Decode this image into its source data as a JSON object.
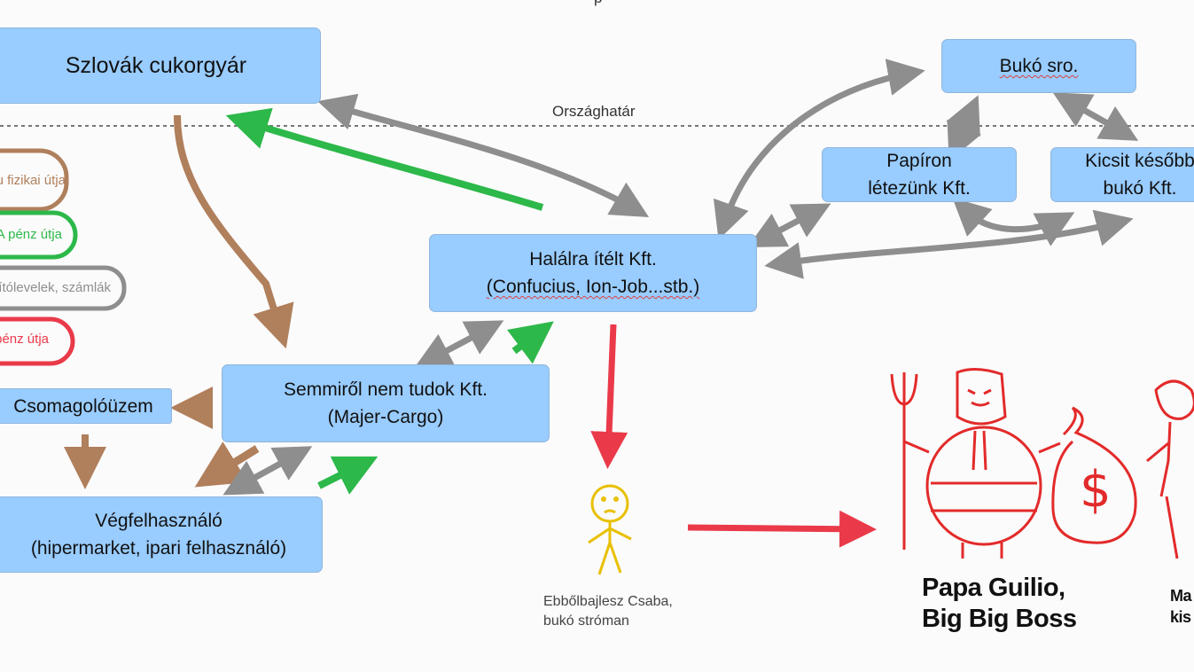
{
  "top_partial": "p",
  "border_label": "Országhatár",
  "boxes": {
    "szlovak": "Szlovák cukorgyár",
    "buko_sro": "Bukó sro.",
    "papiron_1": "Papíron",
    "papiron_2": "létezünk Kft.",
    "kicsit_1": "Kicsit később",
    "kicsit_2": "bukó Kft.",
    "halalra_1": "Halálra ítélt Kft.",
    "halalra_2": "(Confucius, Ion-Job...stb.)",
    "semmirol_1": "Semmiről nem tudok Kft.",
    "semmirol_2": "(Majer-Cargo)",
    "csomagolo": "Csomagolóüzem",
    "vegfelh_1": "Végfelhasználó",
    "vegfelh_2": "(hipermarket, ipari felhasználó)"
  },
  "legend": [
    {
      "text": "Az áru fizikai útja",
      "color": "#b07f5c"
    },
    {
      "text": "A pénz útja",
      "color": "#2db84a"
    },
    {
      "text": "Szállítólevelek, számlák",
      "color": "#8e8e8e"
    },
    {
      "text": "A fekete pénz útja",
      "color": "#ea3a4a"
    }
  ],
  "stroman_1": "Ebbőlbajlesz Csaba,",
  "stroman_2": "bukó stróman",
  "boss_1": "Papa Guilio,",
  "boss_2": "Big Big Boss",
  "second_1": "Ma",
  "second_2": "kis",
  "dollar": "$",
  "colors": {
    "box": "#99ccff",
    "goods": "#b07f5c",
    "money": "#2db84a",
    "docs": "#8e8e8e",
    "black_money": "#ea3a4a",
    "stroman": "#e8c000"
  }
}
